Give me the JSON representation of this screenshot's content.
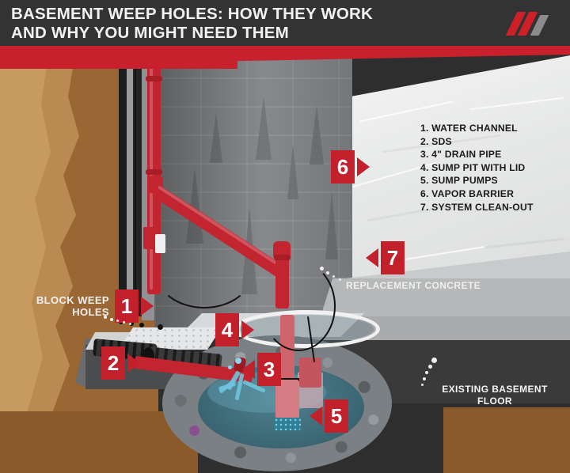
{
  "header": {
    "title": "BASEMENT WEEP HOLES: HOW THEY WORK\nAND WHY YOU MIGHT NEED THEM",
    "logo_name": "company-logo"
  },
  "legend": {
    "items": [
      "1. WATER CHANNEL",
      "2. SDS",
      "3. 4\" DRAIN PIPE",
      "4. SUMP PIT WITH LID",
      "5. SUMP PUMPS",
      "6. VAPOR BARRIER",
      "7. SYSTEM CLEAN-OUT"
    ],
    "text": "1. WATER CHANNEL\n2. SDS\n3. 4\" DRAIN PIPE\n4. SUMP PIT WITH LID\n5. SUMP PUMPS\n6. VAPOR BARRIER\n7. SYSTEM CLEAN-OUT"
  },
  "markers": [
    {
      "number": "1",
      "direction": "right"
    },
    {
      "number": "2",
      "direction": "right"
    },
    {
      "number": "3",
      "direction": "left"
    },
    {
      "number": "4",
      "direction": "right"
    },
    {
      "number": "5",
      "direction": "left"
    },
    {
      "number": "6",
      "direction": "right"
    },
    {
      "number": "7",
      "direction": "left"
    }
  ],
  "labels": {
    "block_weep_holes": "BLOCK WEEP\nHOLES",
    "replacement_concrete": "REPLACEMENT CONCRETE",
    "existing_basement_floor": "EXISTING BASEMENT\nFLOOR"
  },
  "colors": {
    "brand_red": "#C2202B",
    "header_dark": "#333333",
    "soil_light": "#C79A62",
    "soil_mid": "#B98B52",
    "soil_dark": "#9A6633",
    "wall_gray": "#8E9093",
    "concrete_gray": "#C9CACB",
    "water_blue": "#3C6B79",
    "gravel_gray": "#7B8084",
    "text_light": "#F0F0F0",
    "text_dark": "#1B1B1B"
  }
}
